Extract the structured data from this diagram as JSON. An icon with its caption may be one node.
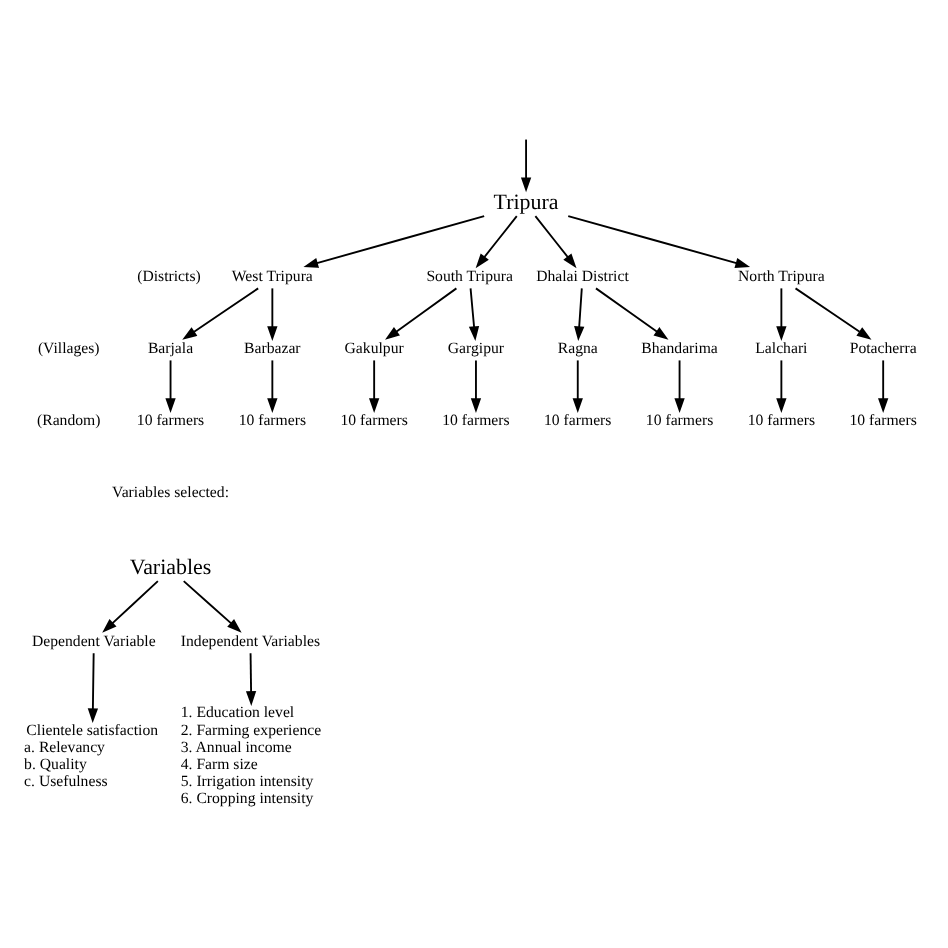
{
  "diagram": {
    "nodes": [
      {
        "text": [
          "Tripura"
        ]
      },
      {
        "text": [
          "West Tripura"
        ]
      },
      {
        "text": [
          "South Tripura"
        ]
      },
      {
        "text": [
          "Dhalai District"
        ]
      },
      {
        "text": [
          "North Tripura"
        ]
      },
      {
        "text": [
          "Barjala"
        ]
      },
      {
        "text": [
          "Barbazar"
        ]
      },
      {
        "text": [
          "Gakulpur"
        ]
      },
      {
        "text": [
          "Gargipur"
        ]
      },
      {
        "text": [
          "Ragna"
        ]
      },
      {
        "text": [
          "Bhandarima"
        ]
      },
      {
        "text": [
          "Lalchari"
        ]
      },
      {
        "text": [
          "Potacherra"
        ]
      },
      {
        "text": [
          "10 farmers"
        ]
      },
      {
        "text": [
          "10 farmers"
        ]
      },
      {
        "text": [
          "10 farmers"
        ]
      },
      {
        "text": [
          "10 farmers"
        ]
      },
      {
        "text": [
          "10 farmers"
        ]
      },
      {
        "text": [
          "10 farmers"
        ]
      },
      {
        "text": [
          "10 farmers"
        ]
      },
      {
        "text": [
          "10 farmers"
        ]
      },
      {
        "text": [
          "Variables"
        ]
      },
      {
        "text": [
          "Dependent Variable"
        ]
      },
      {
        "text": [
          "Independent Variables"
        ]
      },
      {
        "text": [
          "Clientele satisfaction",
          "a. Relevancy",
          "b. Quality",
          "c. Usefulness"
        ]
      },
      {
        "text": [
          "1. Education level",
          "2. Farming experience",
          "3. Annual income",
          "4. Farm size",
          "5. Irrigation intensity",
          "6. Cropping intensity"
        ]
      }
    ],
    "edges": [
      {
        "from": null,
        "to": 0,
        "arrow": "to"
      },
      {
        "from": 0,
        "to": 1,
        "arrow": "to"
      },
      {
        "from": 0,
        "to": 2,
        "arrow": "to"
      },
      {
        "from": 0,
        "to": 3,
        "arrow": "to"
      },
      {
        "from": 0,
        "to": 4,
        "arrow": "to"
      },
      {
        "from": 1,
        "to": 5,
        "arrow": "to"
      },
      {
        "from": 1,
        "to": 6,
        "arrow": "to"
      },
      {
        "from": 2,
        "to": 7,
        "arrow": "to"
      },
      {
        "from": 2,
        "to": 8,
        "arrow": "to"
      },
      {
        "from": 3,
        "to": 9,
        "arrow": "to"
      },
      {
        "from": 3,
        "to": 10,
        "arrow": "to"
      },
      {
        "from": 4,
        "to": 11,
        "arrow": "to"
      },
      {
        "from": 4,
        "to": 12,
        "arrow": "to"
      },
      {
        "from": 5,
        "to": 13,
        "arrow": "to"
      },
      {
        "from": 6,
        "to": 14,
        "arrow": "to"
      },
      {
        "from": 7,
        "to": 15,
        "arrow": "to"
      },
      {
        "from": 8,
        "to": 16,
        "arrow": "to"
      },
      {
        "from": 9,
        "to": 17,
        "arrow": "to"
      },
      {
        "from": 10,
        "to": 18,
        "arrow": "to"
      },
      {
        "from": 11,
        "to": 19,
        "arrow": "to"
      },
      {
        "from": 12,
        "to": 20,
        "arrow": "to"
      },
      {
        "from": 21,
        "to": 22,
        "arrow": "to"
      },
      {
        "from": 21,
        "to": 23,
        "arrow": "to"
      },
      {
        "from": 22,
        "to": 24,
        "arrow": "to"
      },
      {
        "from": 23,
        "to": 25,
        "arrow": "to"
      }
    ],
    "labels": [
      "(Districts)",
      "(Villages)",
      "(Random)",
      "Variables selected:"
    ]
  }
}
